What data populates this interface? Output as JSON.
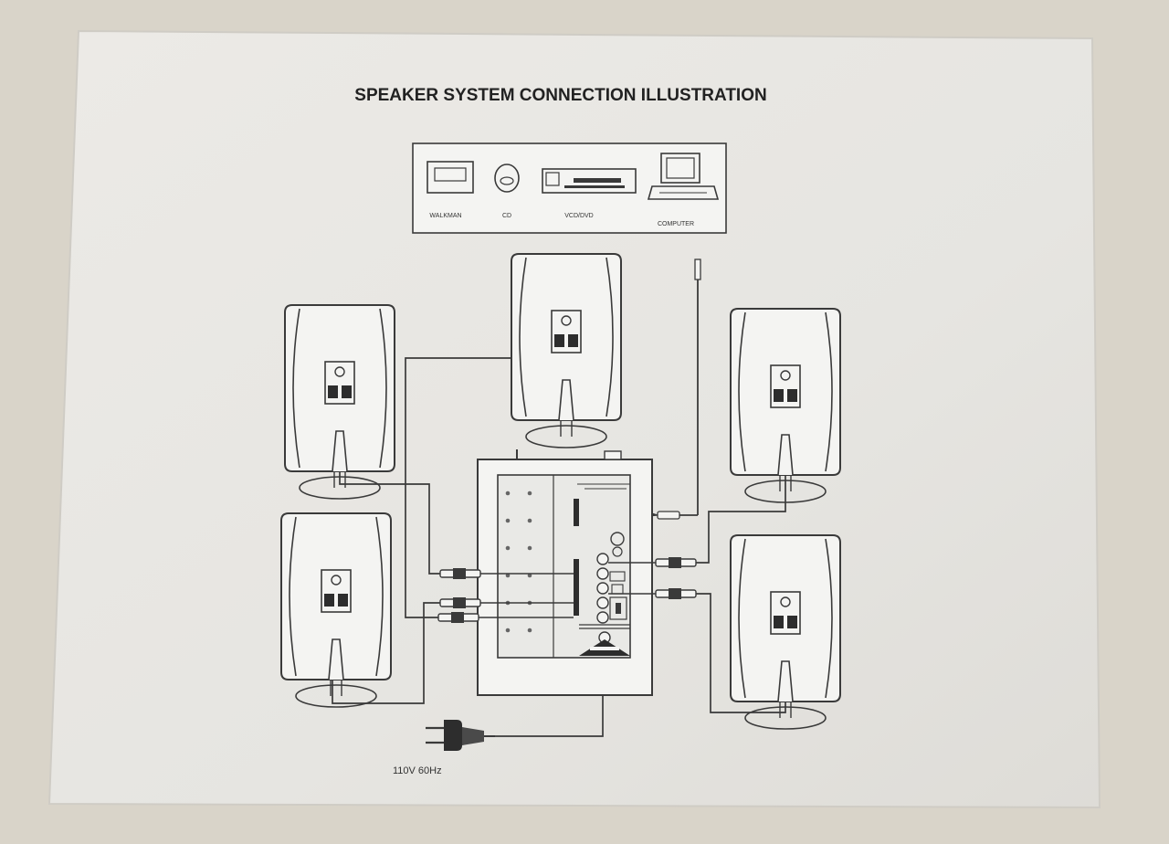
{
  "document": {
    "title": "SPEAKER SYSTEM CONNECTION ILLUSTRATION",
    "power_label": "110V 60Hz"
  },
  "sources": [
    {
      "id": "walkman",
      "label": "WALKMAN"
    },
    {
      "id": "cd",
      "label": "CD"
    },
    {
      "id": "vcd-dvd",
      "label": "VCD/DVD"
    },
    {
      "id": "computer",
      "label": "COMPUTER"
    }
  ],
  "colors": {
    "paper": "#e7e6e2",
    "ink": "#3a3a3a",
    "background": "#d9d4c9"
  }
}
